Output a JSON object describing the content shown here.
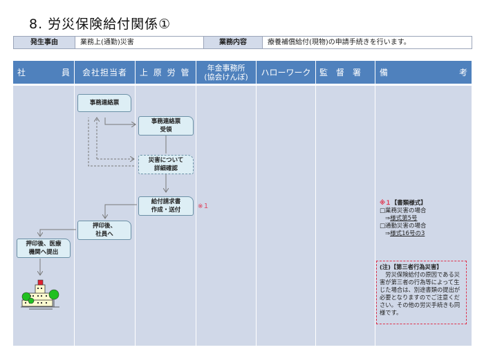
{
  "title": "8. 労災保険給付関係①",
  "info": {
    "cause_label": "発生事由",
    "cause_value": "業務上(通勤)災害",
    "task_label": "業務内容",
    "task_value": "療養補償給付(現物)の申請手続きを行います。"
  },
  "columns": [
    {
      "id": "employee",
      "label_left": "社",
      "label_right": "員"
    },
    {
      "id": "company",
      "label": "会社担当者"
    },
    {
      "id": "uehara",
      "label": "上 原 労 管"
    },
    {
      "id": "pension",
      "label_line1": "年金事務所",
      "label_line2": "(協会けんぽ)"
    },
    {
      "id": "hellowork",
      "label": "ハローワーク"
    },
    {
      "id": "labor",
      "label": "監　督　署"
    },
    {
      "id": "remarks",
      "label_left": "備",
      "label_right": "考"
    }
  ],
  "flow": {
    "b1": "事務連絡票",
    "b2_l1": "事務連絡票",
    "b2_l2": "受領",
    "b3_l1": "災害について",
    "b3_l2": "詳細確認",
    "b4_l1": "給付請求書",
    "b4_l2": "作成・送付",
    "b5_l1": "押印後、",
    "b5_l2": "社員へ",
    "b6_l1": "押印後、医療",
    "b6_l2": "機関へ提出",
    "ref_mark": "※１"
  },
  "remarks": {
    "forms_mark": "※１",
    "forms_title": "【書類様式】",
    "item1": "□業務災害の場合",
    "item1_link": "様式第5号",
    "item2": "□通勤災害の場合",
    "item2_link": "様式16号の3",
    "arrow": "⇒",
    "note_title": "(注)【第三者行為災害】",
    "note_body": "　労災保険給付の原因である災害が第三者の行為等によって生じた場合は、別途書類の提出が必要となりますのでご注意ください。その他の労災手続きも同様です。"
  },
  "colors": {
    "header_bg": "#4f81bd",
    "column_bg": "#d0d8e8",
    "box_bg": "#ddeef5",
    "accent_red": "#e0304a"
  }
}
